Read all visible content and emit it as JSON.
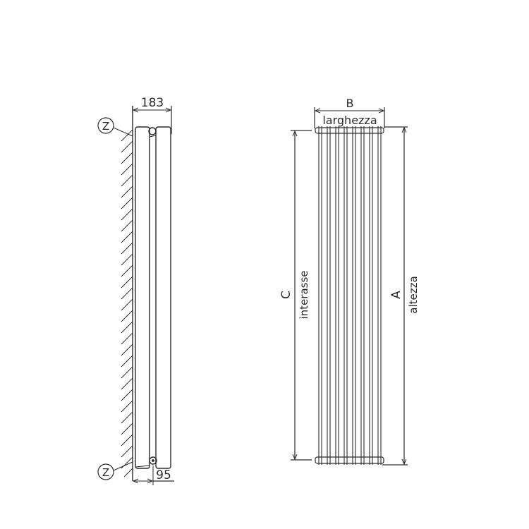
{
  "side_view": {
    "depth_dim": "183",
    "offset_dim": "95",
    "bracket_top_label": "Z",
    "bracket_bottom_label": "Z"
  },
  "front_view": {
    "width_letter": "B",
    "width_label": "larghezza",
    "center_letter": "C",
    "center_label": "interasse",
    "height_letter": "A",
    "height_label": "altezza",
    "tube_count": 8
  },
  "colors": {
    "line": "#2a2a2a",
    "background": "#ffffff"
  }
}
